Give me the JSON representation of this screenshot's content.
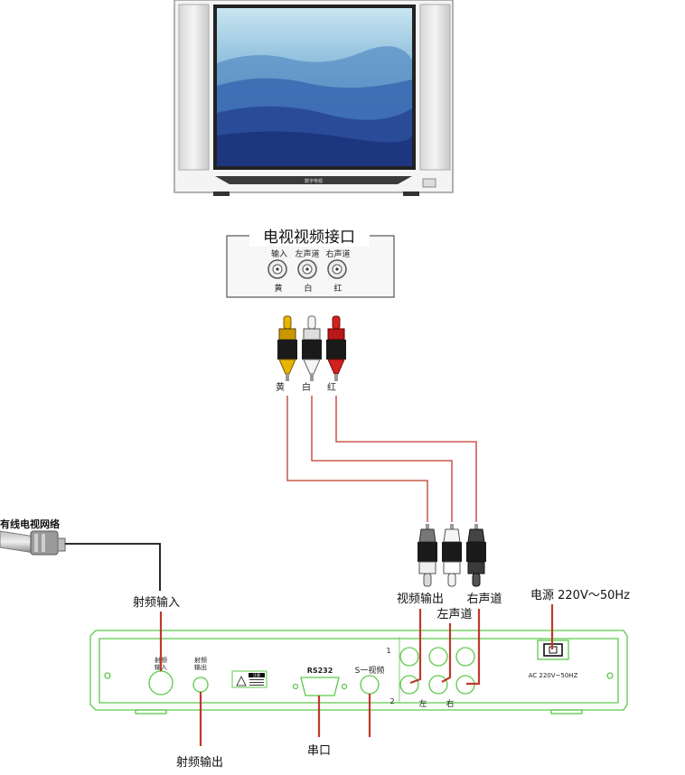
{
  "tv": {
    "brand_label": "数字电视"
  },
  "av_panel": {
    "title": "电视视频接口",
    "jacks": [
      {
        "top": "输入",
        "bottom": "黄"
      },
      {
        "top": "左声道",
        "bottom": "白"
      },
      {
        "top": "右声道",
        "bottom": "红"
      }
    ]
  },
  "cable_labels": [
    "黄",
    "白",
    "红"
  ],
  "cable_network_label": "有线电视网络",
  "labels": {
    "rf_in": "射频输入",
    "rf_out": "射频输出",
    "serial": "串口",
    "video_out": "视频输出",
    "left_channel": "左声道",
    "right_channel": "右声道",
    "power": "电源 220V～50Hz"
  },
  "stb": {
    "rf_in_label_1": "射频",
    "rf_in_label_2": "输入",
    "rf_out_label_1": "射频",
    "rf_out_label_2": "输出",
    "warning_text": "注意",
    "rs232": "RS232",
    "svideo": "S一视频",
    "row1": "1",
    "row2": "2",
    "left": "左",
    "right": "右",
    "ac_label": "AC 220V~50HZ"
  },
  "colors": {
    "wire_red": "#c0392b",
    "stb_outline": "#5cc94a",
    "plug_yellow": "#e0a400",
    "plug_red": "#cc1a1a",
    "plug_white": "#f4f4f4",
    "plug_dark": "#333333"
  }
}
